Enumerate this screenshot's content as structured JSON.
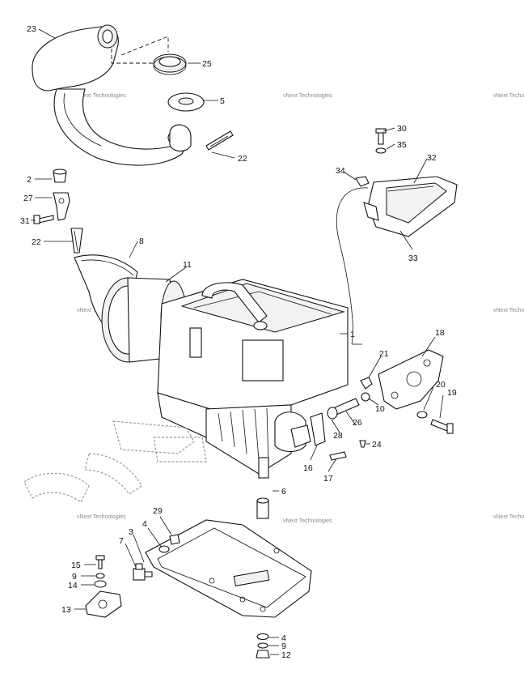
{
  "callouts": {
    "c1": "1",
    "c2": "2",
    "c3": "3",
    "c4a": "4",
    "c4b": "4",
    "c5": "5",
    "c6": "6",
    "c7": "7",
    "c8": "8",
    "c9a": "9",
    "c9b": "9",
    "c10": "10",
    "c11": "11",
    "c12": "12",
    "c13": "13",
    "c14": "14",
    "c15": "15",
    "c16": "16",
    "c17": "17",
    "c18": "18",
    "c19": "19",
    "c20": "20",
    "c21": "21",
    "c22a": "22",
    "c22b": "22",
    "c23": "23",
    "c24": "24",
    "c25": "25",
    "c26": "26",
    "c27": "27",
    "c28": "28",
    "c29": "29",
    "c30": "30",
    "c31": "31",
    "c32": "32",
    "c33": "33",
    "c34": "34",
    "c35": "35"
  },
  "watermark": "vNext Technologies"
}
